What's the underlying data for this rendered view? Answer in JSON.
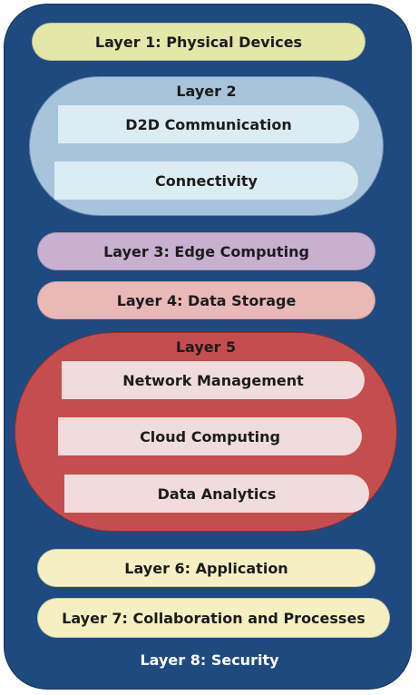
{
  "layers": {
    "l1": "Layer 1: Physical Devices",
    "l2": {
      "title": "Layer 2",
      "items": [
        "D2D Communication",
        "Connectivity"
      ]
    },
    "l3": "Layer 3: Edge Computing",
    "l4": "Layer 4: Data Storage",
    "l5": {
      "title": "Layer 5",
      "items": [
        "Network Management",
        "Cloud Computing",
        "Data Analytics"
      ]
    },
    "l6": "Layer 6: Application",
    "l7": "Layer 7: Collaboration and Processes",
    "l8": "Layer 8: Security"
  },
  "colors": {
    "frame": "#1f4a80",
    "layer1": "#e3e8a8",
    "layer2": "#a8c4dc",
    "layer2_items": "#dcecf3",
    "layer3": "#c8b0d0",
    "layer4": "#ebb8b8",
    "layer5": "#c44e4e",
    "layer5_items": "#f0dcdc",
    "layer6": "#f6efc4",
    "layer7": "#f5f0c2"
  }
}
